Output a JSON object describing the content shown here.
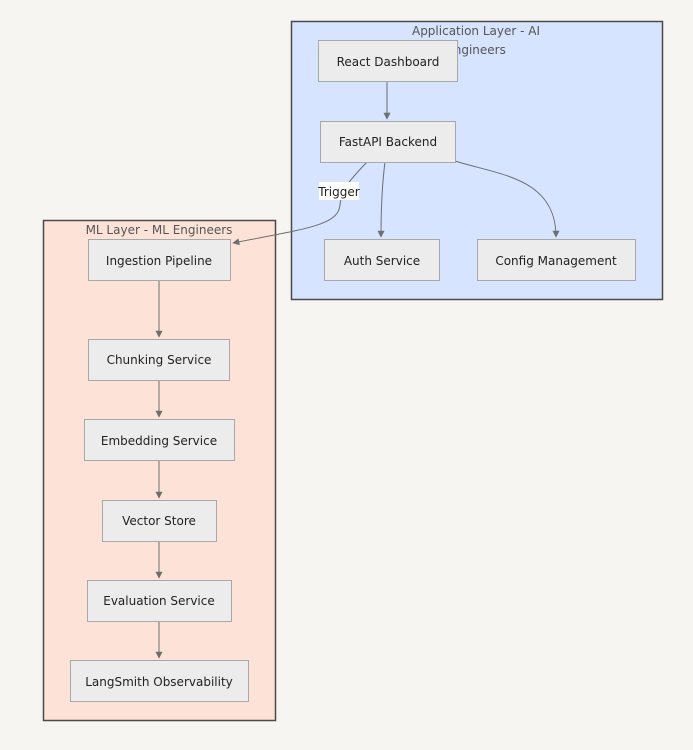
{
  "clusters": {
    "application": {
      "title_line1": "Application Layer - AI",
      "title_line2": "Engineers",
      "fill": "#d6e4ff",
      "stroke": "#4a4a4a"
    },
    "ml": {
      "title": "ML Layer - ML Engineers",
      "fill": "#fde3d7",
      "stroke": "#4a4a4a"
    }
  },
  "nodes": {
    "react_dashboard": "React Dashboard",
    "fastapi_backend": "FastAPI Backend",
    "auth_service": "Auth Service",
    "config_management": "Config Management",
    "ingestion_pipeline": "Ingestion Pipeline",
    "chunking_service": "Chunking Service",
    "embedding_service": "Embedding Service",
    "vector_store": "Vector Store",
    "evaluation_service": "Evaluation Service",
    "langsmith_observability": "LangSmith Observability"
  },
  "edges": {
    "trigger_label": "Trigger"
  }
}
